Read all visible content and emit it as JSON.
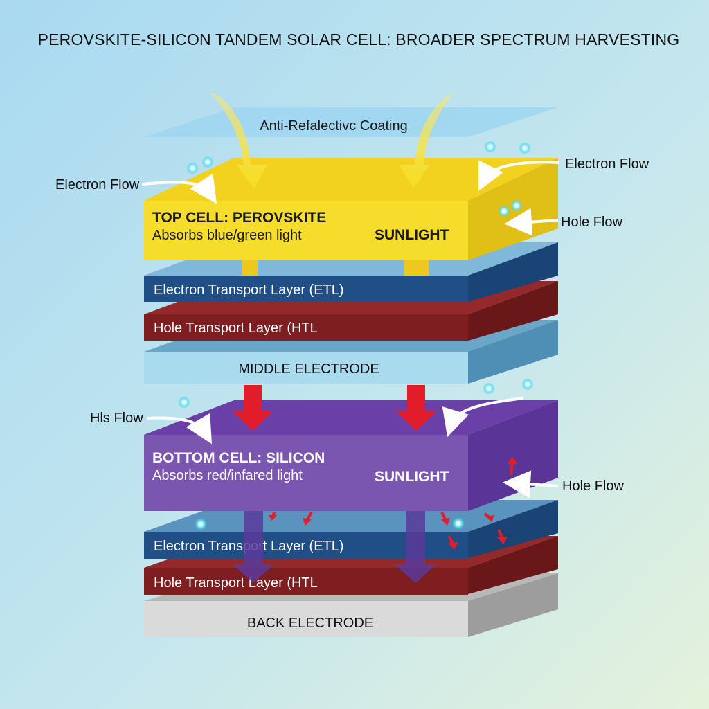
{
  "title": "PEROVSKITE-SILICON TANDEM SOLAR CELL: BROADER SPECTRUM HARVESTING",
  "layers": {
    "anti_reflective": "Anti-Refalectivc Coating",
    "top_cell_title": "TOP CELL: PEROVSKITE",
    "top_cell_subtitle": "Absorbs blue/green light",
    "top_sunlight": "SUNLIGHT",
    "etl_top": "Electron Transport Layer (ETL)",
    "htl_top": "Hole Transport Layer (HTL",
    "middle_electrode": "MIDDLE ELECTRODE",
    "bottom_cell_title": "BOTTOM CELL: SILICON",
    "bottom_cell_subtitle": "Absorbs red/infared light",
    "bottom_sunlight": "SUNLIGHT",
    "etl_bottom": "Electron Transport Layer (ETL)",
    "htl_bottom": "Hole Transport Layer (HTL",
    "back_electrode": "BACK ELECTRODE"
  },
  "flows": {
    "electron_flow_left": "Electron Flow",
    "electron_flow_right": "Electron Flow",
    "hole_flow_top_right": "Hole Flow",
    "hls_flow_left": "Hls Flow",
    "hole_flow_bottom_right": "Hole Flow"
  },
  "colors": {
    "background_top": "#a8d8ef",
    "background_bottom": "#dff0e0",
    "coating": "#9fd6ef",
    "perovskite_front": "#f5dc2a",
    "perovskite_top": "#f2d21e",
    "perovskite_side": "#e3c31c",
    "etl_front": "#1f4f86",
    "etl_top": "#2e6aa8",
    "htl_front": "#7d1d1f",
    "htl_top": "#8f2628",
    "electrode_front": "#a8d9ef",
    "electrode_top": "#5f9ec4",
    "silicon_front": "#7a55b0",
    "silicon_top": "#6a40a8",
    "silicon_side": "#5a3496",
    "back_front": "#d8d8d8",
    "back_top": "#b3b3b3",
    "sun_arrow": "#f6e04a",
    "red_arrow": "#e21d2b",
    "particle": "#6fe3f0"
  },
  "icons": {
    "flow_arrow": "curved-white-arrow-icon",
    "sunlight_arrow": "yellow-curved-arrow-icon",
    "transfer_arrow": "red-down-arrow-icon",
    "charge_particle": "glowing-dot-icon"
  }
}
